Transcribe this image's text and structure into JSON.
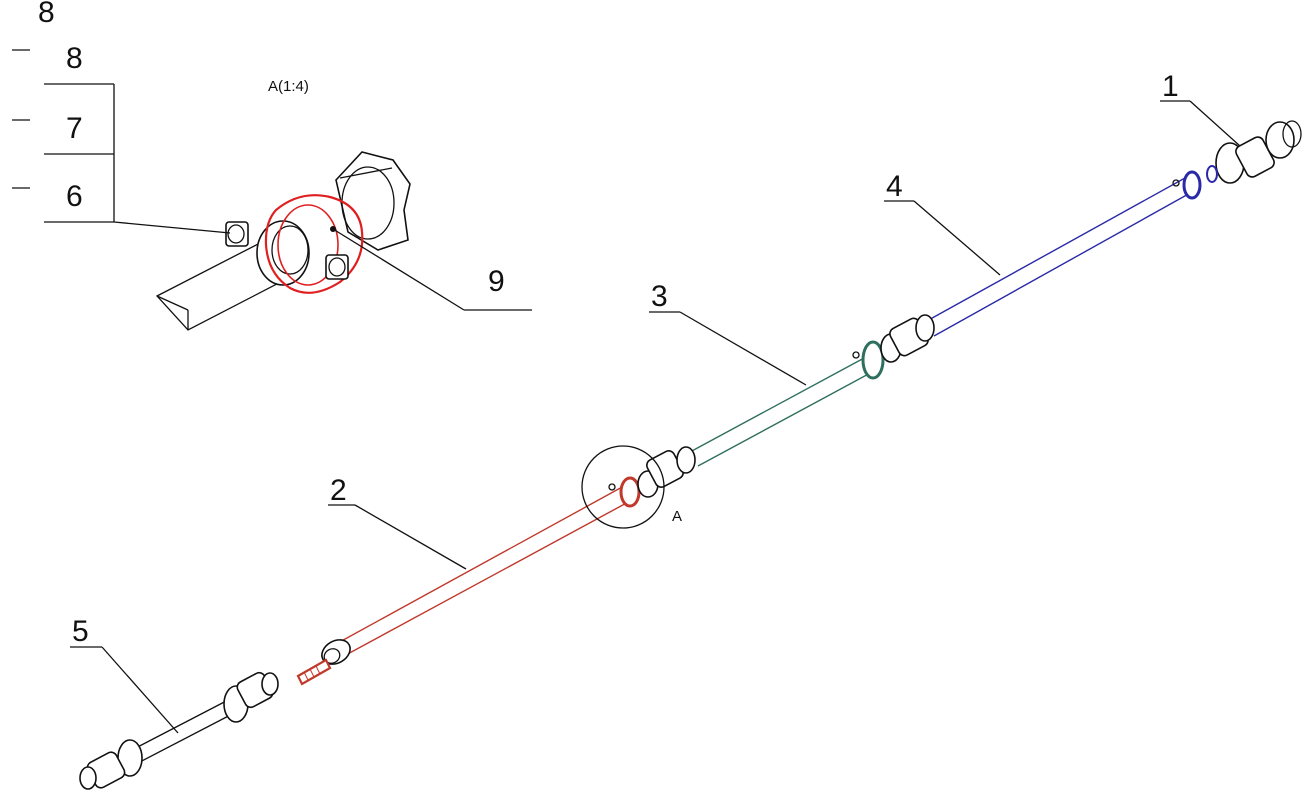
{
  "drawing": {
    "detail_view_label": "A(1:4)",
    "detail_marker_label": "A",
    "callouts": {
      "c1": "1",
      "c2": "2",
      "c3": "3",
      "c4": "4",
      "c5": "5",
      "c6": "6",
      "c7": "7",
      "c8": "8",
      "c8_top": "8",
      "c9": "9"
    },
    "colors": {
      "shaft_2": "#c0392b",
      "shaft_3": "#2f6f5e",
      "shaft_4": "#2a2aa8",
      "clamp_detail": "#e02020",
      "outline": "#111111"
    }
  }
}
